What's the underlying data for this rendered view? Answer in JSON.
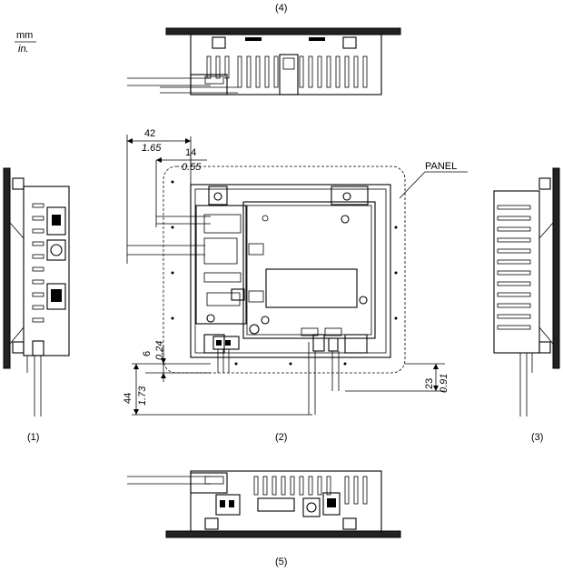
{
  "units": {
    "primary": "mm",
    "secondary": "in."
  },
  "views": {
    "top": "(4)",
    "left": "(1)",
    "front": "(2)",
    "right": "(3)",
    "bottom": "(5)"
  },
  "panel_label": "PANEL",
  "dimensions": {
    "d42": {
      "mm": "42",
      "in": "1.65"
    },
    "d14": {
      "mm": "14",
      "in": "0.55"
    },
    "d6": {
      "mm": "6",
      "in": "0.24"
    },
    "d44": {
      "mm": "44",
      "in": "1.73"
    },
    "d23": {
      "mm": "23",
      "in": "0.91"
    }
  }
}
